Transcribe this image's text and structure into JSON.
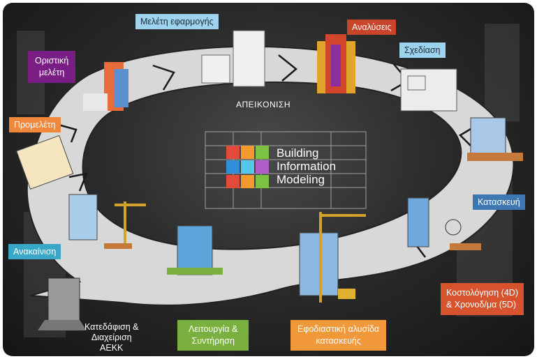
{
  "diagram": {
    "center": {
      "title_lines": [
        "Building",
        "Information",
        "Modeling"
      ]
    },
    "ring_label": "ΑΠΕΙΚΟΝΙΣΗ",
    "stages": {
      "application_study": {
        "text": "Μελέτη εφαρμογής",
        "color": "#9dd3ee"
      },
      "analyses": {
        "text": "Αναλύσεις",
        "color": "#c9452a"
      },
      "design": {
        "text": "Σχεδίαση",
        "color": "#9dd3ee"
      },
      "final_study_lines": [
        "Οριστική",
        "μελέτη"
      ],
      "final_study_color": "#7a1e86",
      "preliminary_study": {
        "text": "Προμελέτη",
        "color": "#f0873a"
      },
      "construction": {
        "text": "Κατασκευή",
        "color": "#3e78b3"
      },
      "renovation": {
        "text": "Ανακαίνιση",
        "color": "#3aa7c9"
      },
      "cost_schedule_lines": [
        "Κοστολόγηση (4D)",
        "& Χρονοδ/μα (5D)"
      ],
      "cost_schedule_color": "#d6532e",
      "operation_lines": [
        "Λειτουργία &",
        "Συντήρηση"
      ],
      "operation_color": "#7ab03f",
      "supply_chain_lines": [
        "Εφοδιαστική αλυσίδα",
        "κατασκευής"
      ],
      "supply_chain_color": "#f0983a",
      "demolition_lines": [
        "Κατεδάφιση &",
        "Διαχείριση",
        "ΑΕΚΚ"
      ]
    },
    "cube_colors": [
      "#e24b3c",
      "#f29b2c",
      "#7cc142",
      "#2f8fd8",
      "#58c6e8",
      "#b05fc9"
    ]
  }
}
